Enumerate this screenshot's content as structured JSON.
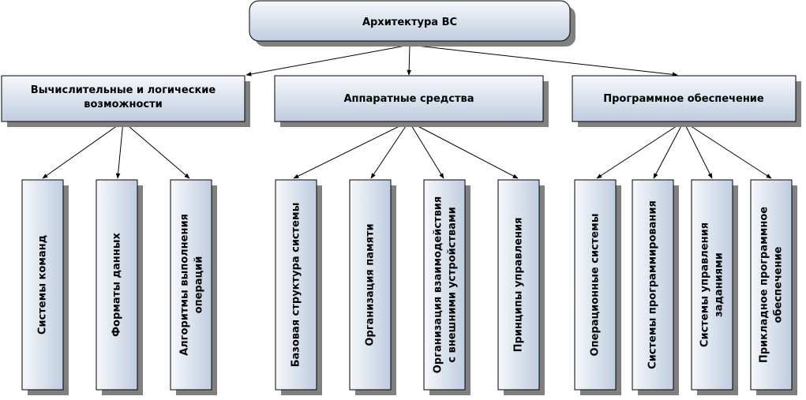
{
  "diagram": {
    "root": {
      "label": "Архитектура ВС"
    },
    "groups": [
      {
        "label_lines": [
          "Вычислительные и логические",
          "возможности"
        ],
        "children": [
          {
            "lines": [
              "Системы команд"
            ]
          },
          {
            "lines": [
              "Форматы данных"
            ]
          },
          {
            "lines": [
              "Алгоритмы выполнения",
              "операций"
            ]
          }
        ]
      },
      {
        "label_lines": [
          "Аппаратные средства"
        ],
        "children": [
          {
            "lines": [
              "Базовая структура системы"
            ]
          },
          {
            "lines": [
              "Организация памяти"
            ]
          },
          {
            "lines": [
              "Организация взаимодействия",
              "с внешними устройствами"
            ]
          },
          {
            "lines": [
              "Принципы управления"
            ]
          }
        ]
      },
      {
        "label_lines": [
          "Программное обеспечение"
        ],
        "children": [
          {
            "lines": [
              "Операционные системы"
            ]
          },
          {
            "lines": [
              "Системы программирования"
            ]
          },
          {
            "lines": [
              "Системы управления",
              "заданиями"
            ]
          },
          {
            "lines": [
              "Прикладное программное",
              "обеспечение"
            ]
          }
        ]
      }
    ],
    "colors": {
      "box_fill_top": "#f6f8fb",
      "box_fill_bottom": "#bfcde0",
      "border": "#000000",
      "shadow": "#808080",
      "connector": "#000000"
    }
  }
}
